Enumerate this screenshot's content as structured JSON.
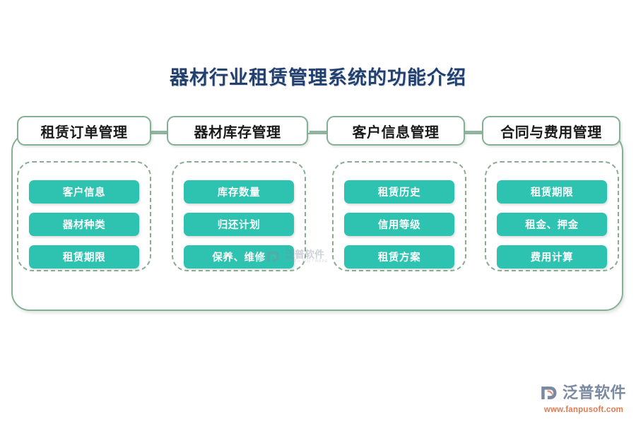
{
  "title": "器材行业租赁管理系统的功能介绍",
  "title_color": "#21406e",
  "theme": {
    "accent_teal": "#2ec2b0",
    "frame_green": "#84b195",
    "dashed_green": "#8aab93",
    "brand_gray": "#7b8aa0",
    "brand_orange": "#e07b52"
  },
  "columns": [
    {
      "header": "租赁订单管理",
      "items": [
        "客户信息",
        "器材种类",
        "租赁期限"
      ]
    },
    {
      "header": "器材库存管理",
      "items": [
        "库存数量",
        "归还计划",
        "保养、维修"
      ]
    },
    {
      "header": "客户信息管理",
      "items": [
        "租赁历史",
        "信用等级",
        "租赁方案"
      ]
    },
    {
      "header": "合同与费用管理",
      "items": [
        "租赁期限",
        "租金、押金",
        "费用计算"
      ]
    }
  ],
  "watermark": {
    "cn": "泛普软件",
    "en": "FANPU SOFTWARE"
  },
  "brand": {
    "name": "泛普软件",
    "url": "www.fanpusoft.com"
  }
}
